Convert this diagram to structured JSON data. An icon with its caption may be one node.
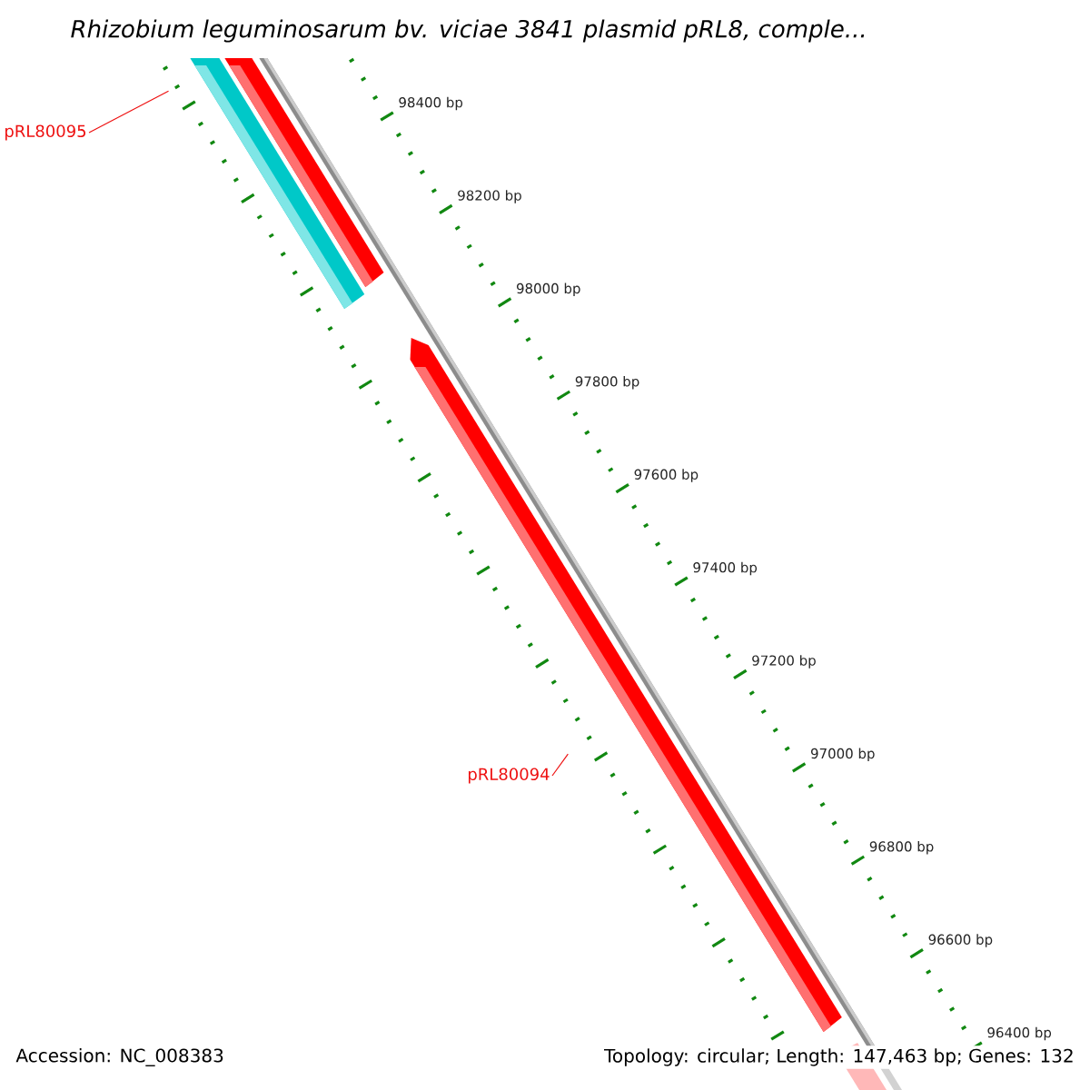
{
  "diagram": {
    "title": "Rhizobium leguminosarum bv. viciae 3841 plasmid pRL8, comple...",
    "nodes": [
      {
        "text": [
          "pRL80095"
        ]
      },
      {
        "text": [],
        "shape": "bar"
      },
      {
        "text": [],
        "shape": "bar"
      },
      {
        "text": [],
        "shape": "bar"
      },
      {
        "text": [
          "pRL80094"
        ]
      }
    ],
    "edges": [
      {
        "from": 0,
        "to": 1,
        "arrow": "none"
      },
      {
        "from": 4,
        "to": 3,
        "arrow": "none"
      }
    ],
    "labels": [
      "98400 bp",
      "98200 bp",
      "98000 bp",
      "97800 bp",
      "97600 bp",
      "97400 bp",
      "97200 bp",
      "97000 bp",
      "96800 bp",
      "96600 bp",
      "96400 bp",
      "Accession: NC_008383",
      "Topology: circular; Length: 147,463 bp; Genes: 132"
    ]
  }
}
